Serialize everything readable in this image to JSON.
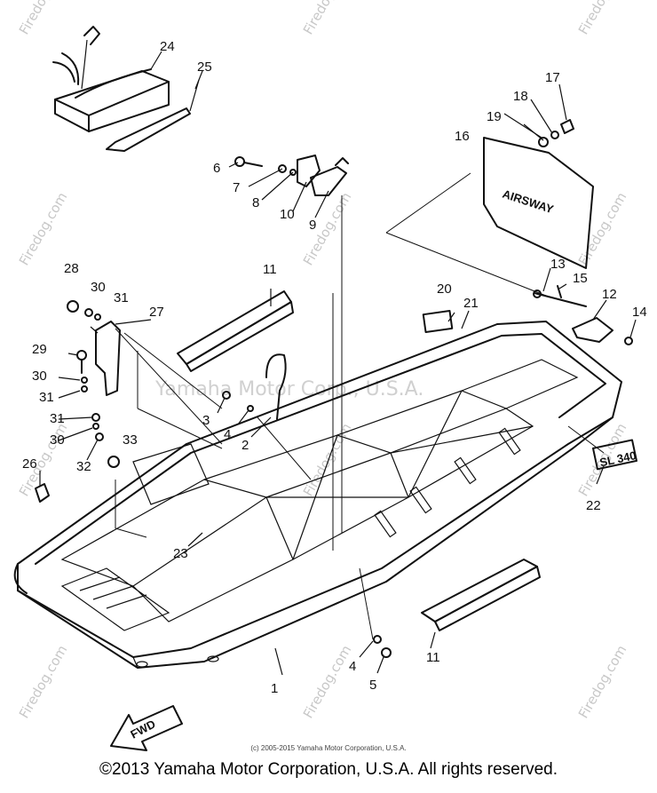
{
  "watermark": {
    "brand": "Firedog.com",
    "logo_text": "Yamaha Motor Corp., U.S.A."
  },
  "copyright": {
    "small": "(c) 2005-2015 Yamaha Motor Corporation, U.S.A.",
    "main": "©2013 Yamaha Motor Corporation, U.S.A. All rights reserved."
  },
  "decals": {
    "rear_flap": "AIRSWAY",
    "side_decal": "SL 340",
    "arrow": "FWD"
  },
  "callouts": {
    "c1": "1",
    "c2": "2",
    "c3": "3",
    "c4a": "4",
    "c4b": "4",
    "c5": "5",
    "c6": "6",
    "c7": "7",
    "c8": "8",
    "c9": "9",
    "c10": "10",
    "c11a": "11",
    "c11b": "11",
    "c12": "12",
    "c13": "13",
    "c14": "14",
    "c15": "15",
    "c16": "16",
    "c17": "17",
    "c18": "18",
    "c19": "19",
    "c20": "20",
    "c21": "21",
    "c22": "22",
    "c23": "23",
    "c24": "24",
    "c25": "25",
    "c26": "26",
    "c27": "27",
    "c28": "28",
    "c29": "29",
    "c30a": "30",
    "c30b": "30",
    "c30c": "30",
    "c31a": "31",
    "c31b": "31",
    "c31c": "31",
    "c32": "32",
    "c33": "33"
  }
}
